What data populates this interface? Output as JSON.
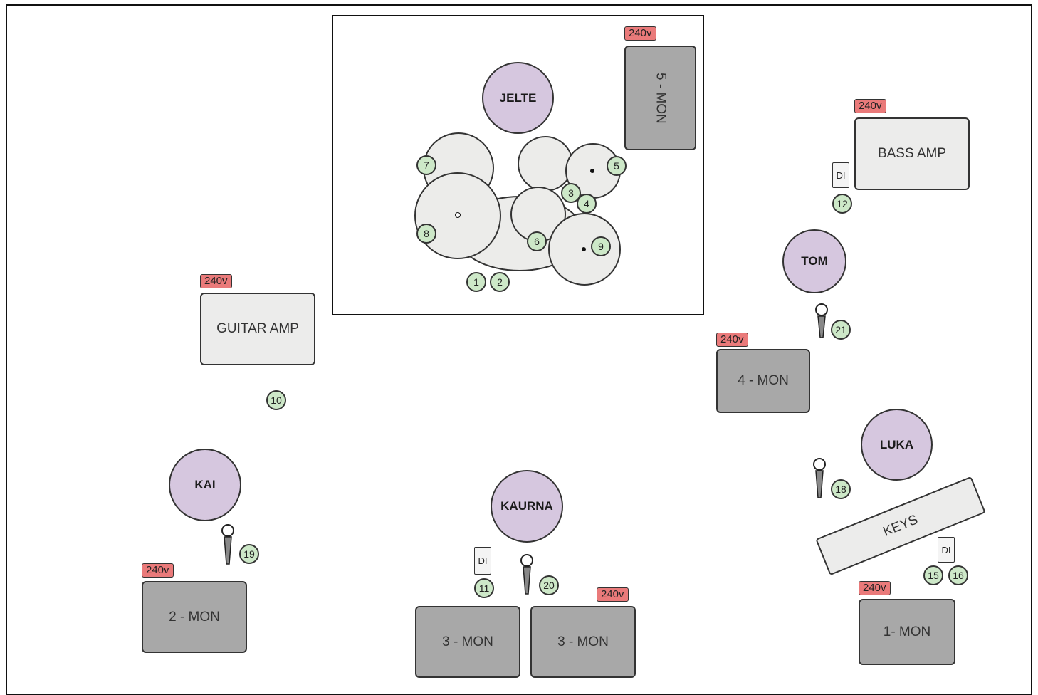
{
  "power_label": "240v",
  "di_label": "DI",
  "people": {
    "jelte": "JELTE",
    "tom": "TOM",
    "luka": "LUKA",
    "kai": "KAI",
    "kaurna": "KAURNA"
  },
  "monitors": {
    "mon5": "5 - MON",
    "mon4": "4 - MON",
    "mon2": "2 - MON",
    "mon3a": "3 - MON",
    "mon3b": "3 - MON",
    "mon1": "1- MON"
  },
  "amps": {
    "bass": "BASS AMP",
    "guitar": "GUITAR AMP",
    "keys": "KEYS"
  },
  "inputs": [
    "1",
    "2",
    "3",
    "4",
    "5",
    "6",
    "7",
    "8",
    "9",
    "10",
    "11",
    "12",
    "15",
    "16",
    "18",
    "19",
    "20",
    "21"
  ],
  "colors": {
    "person": "#d6c7df",
    "monitor": "#a8a8a8",
    "amp": "#ececeb",
    "power": "#ea7a7a",
    "input": "#cde8c8"
  }
}
